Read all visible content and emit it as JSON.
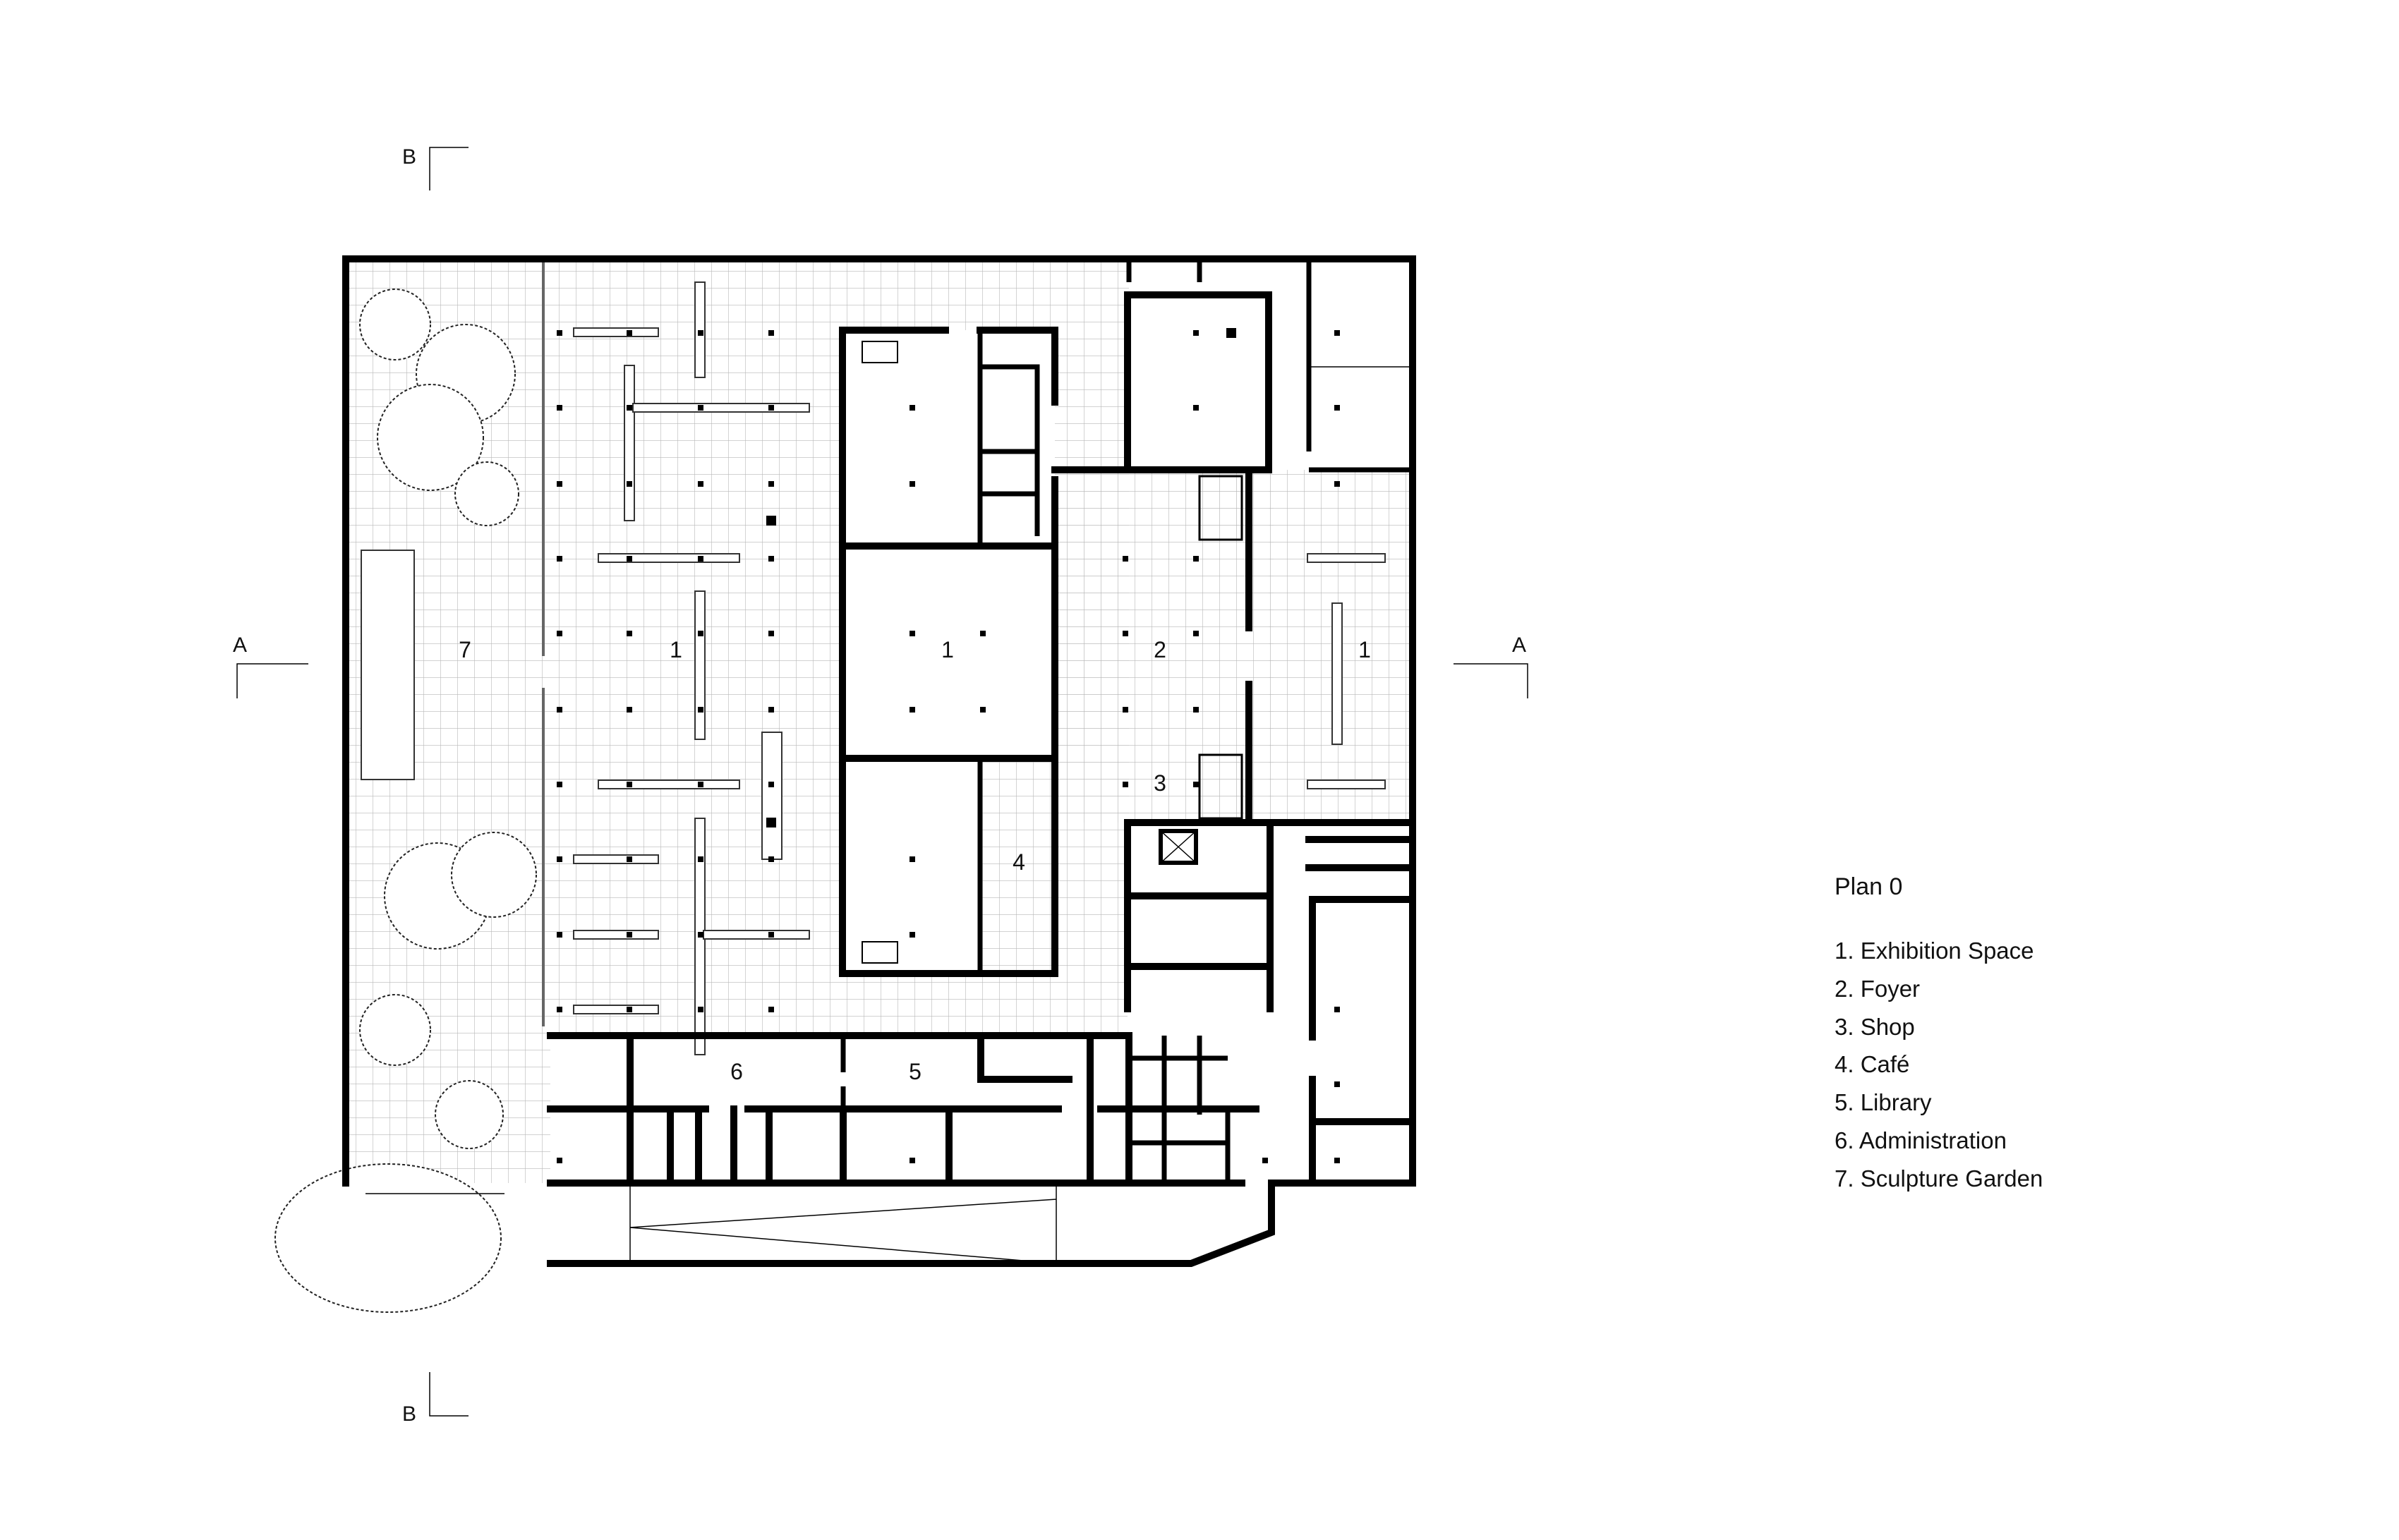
{
  "plan": {
    "title": "Plan 0",
    "legend": [
      "1. Exhibition Space",
      "2. Foyer",
      "3. Shop",
      "4. Café",
      "5. Library",
      "6. Administration",
      "7. Sculpture Garden"
    ],
    "room_labels": {
      "garden": "7",
      "gallery_west": "1",
      "gallery_center": "1",
      "foyer": "2",
      "gallery_east": "1",
      "shop": "3",
      "cafe": "4",
      "administration": "6",
      "library": "5"
    },
    "section_markers": {
      "a_left": "A",
      "a_right": "A",
      "b_top": "B",
      "b_bottom": "B"
    }
  }
}
